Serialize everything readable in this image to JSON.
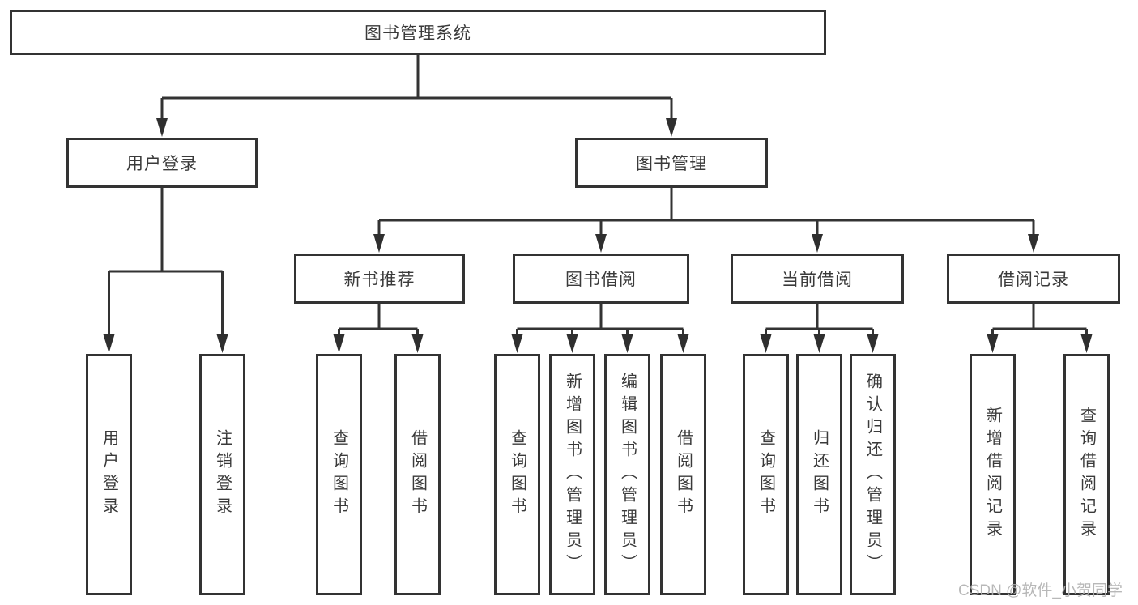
{
  "watermark": {
    "text": "CSDN @软件_小贺同学"
  },
  "colors": {
    "line": "#333333",
    "box_border": "#333333",
    "text": "#3a3a3a",
    "watermark": "#b0b0b0",
    "background": "#ffffff"
  },
  "tree": {
    "root": {
      "label": "图书管理系统"
    },
    "branches": [
      {
        "label": "用户登录",
        "children": [
          {
            "label": "用户登录"
          },
          {
            "label": "注销登录"
          }
        ]
      },
      {
        "label": "图书管理",
        "children": [
          {
            "label": "新书推荐",
            "children": [
              {
                "label": "查询图书"
              },
              {
                "label": "借阅图书"
              }
            ]
          },
          {
            "label": "图书借阅",
            "children": [
              {
                "label": "查询图书"
              },
              {
                "label": "新增图书（管理员）"
              },
              {
                "label": "编辑图书（管理员）"
              },
              {
                "label": "借阅图书"
              }
            ]
          },
          {
            "label": "当前借阅",
            "children": [
              {
                "label": "查询图书"
              },
              {
                "label": "归还图书"
              },
              {
                "label": "确认归还（管理员）"
              }
            ]
          },
          {
            "label": "借阅记录",
            "children": [
              {
                "label": "新增借阅记录"
              },
              {
                "label": "查询借阅记录"
              }
            ]
          }
        ]
      }
    ]
  }
}
